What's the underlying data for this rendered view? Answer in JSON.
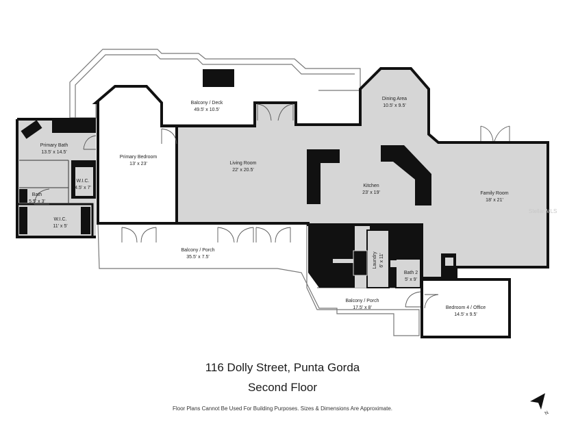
{
  "rooms": {
    "balcony_deck": {
      "name": "Balcony / Deck",
      "dims": "49.5' x 10.5'"
    },
    "dining_area": {
      "name": "Dining Area",
      "dims": "10.5' x 9.5'"
    },
    "primary_bath": {
      "name": "Primary Bath",
      "dims": "13.5' x 14.5'"
    },
    "primary_bedroom": {
      "name": "Primary Bedroom",
      "dims": "13' x 23'"
    },
    "living_room": {
      "name": "Living Room",
      "dims": "22' x 20.5'"
    },
    "kitchen": {
      "name": "Kitchen",
      "dims": "23' x 19'"
    },
    "family_room": {
      "name": "Family Room",
      "dims": "18' x 21'"
    },
    "wic_small": {
      "name": "W.I.C.",
      "dims": "4.5' x 7'"
    },
    "bath_small": {
      "name": "Bath",
      "dims": "5.5' x 3'"
    },
    "wic_large": {
      "name": "W.I.C.",
      "dims": "11' x 5'"
    },
    "balcony_porch_main": {
      "name": "Balcony / Porch",
      "dims": "35.5' x 7.5'"
    },
    "laundry": {
      "name": "Laundry",
      "dims": "6' x 11'"
    },
    "bath_2": {
      "name": "Bath 2",
      "dims": "5' x 9'"
    },
    "balcony_porch_small": {
      "name": "Balcony / Porch",
      "dims": "17.5' x 8'"
    },
    "bedroom_4": {
      "name": "Bedroom 4 / Office",
      "dims": "14.5' x 9.5'"
    }
  },
  "footer": {
    "address": "116 Dolly Street, Punta Gorda",
    "floor": "Second Floor",
    "disclaimer": "Floor Plans Cannot Be Used For Building Purposes. Sizes & Dimensions Are Approximate."
  },
  "watermark": "Stellar MLS",
  "compass": {
    "label": "N"
  },
  "colors": {
    "interior": "#d6d6d6",
    "wall": "#111111",
    "exterior_line": "#777777"
  }
}
